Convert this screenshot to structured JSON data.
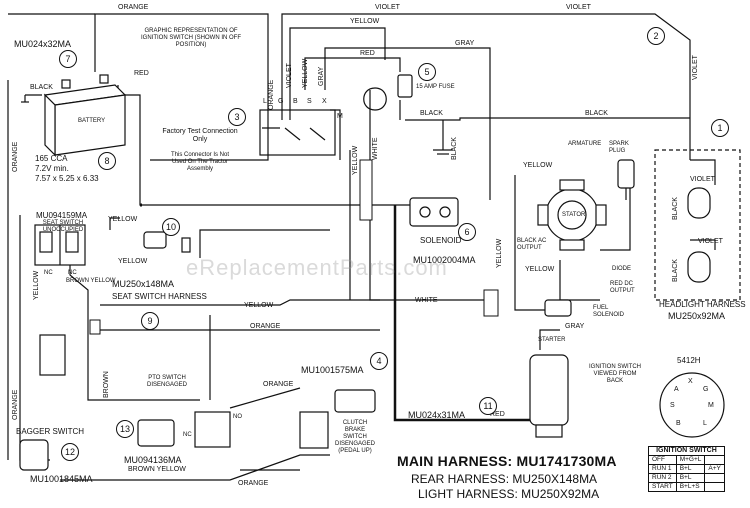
{
  "wire_labels": {
    "orange": "ORANGE",
    "violet": "VIOLET",
    "yellow": "YELLOW",
    "gray": "GRAY",
    "red": "RED",
    "black": "BLACK",
    "white": "WHITE",
    "brown_yellow": "BROWN YELLOW",
    "brown": "BROWN"
  },
  "components": {
    "battery": {
      "part": "MU024x32MA",
      "cca": "165 CCA",
      "voltage": "7.2V min.",
      "size": "7.57 x 5.25 x 6.33",
      "name": "BATTERY"
    },
    "ignition_graphic": "GRAPHIC REPRESENTATION OF IGNITION SWITCH (SHOWN IN OFF POSITION)",
    "ign_terminals": [
      "L",
      "G",
      "B",
      "S",
      "X",
      "M"
    ],
    "fuse": "15 AMP FUSE",
    "factory_test": "Factory Test Connection Only",
    "factory_note": "This Connector Is Not Used On The Tractor Assembly",
    "seat_switch": {
      "part": "MU094159MA",
      "name": "SEAT SWITCH UNOCCUPIED",
      "nc": "NC"
    },
    "seat_harness": {
      "part": "MU250x148MA",
      "name": "SEAT SWITCH HARNESS"
    },
    "solenoid": {
      "name": "SOLENOID",
      "part": "MU1002004MA"
    },
    "armature": "ARMATURE",
    "spark_plug": "SPARK PLUG",
    "stator": "STATOR",
    "black_ac": "BLACK AC OUTPUT",
    "yellow_label": "YELLOW",
    "diode": "DIODE",
    "red_dc": "RED DC OUTPUT",
    "fuel_solenoid": "FUEL SOLENOID",
    "starter": "STARTER",
    "headlight": {
      "name": "HEADLIGHT HARNESS",
      "part": "MU250x92MA"
    },
    "pto_switch": {
      "name": "PTO SWITCH DISENGAGED",
      "part": "MU094136MA",
      "no": "NO",
      "nc": "NC"
    },
    "clutch_switch": {
      "name": "CLUTCH BRAKE SWITCH DISENGAGED (PEDAL UP)",
      "part": "MU1001575MA"
    },
    "bagger_switch": {
      "name": "BAGGER SWITCH",
      "part": "MU1001845MA"
    },
    "battery_cable": "MU024x31MA",
    "ign_switch_rear": {
      "part": "5412H",
      "name": "IGNITION SWITCH VIEWED FROM BACK",
      "pins": [
        "X",
        "A",
        "G",
        "S",
        "M",
        "L",
        "B"
      ]
    }
  },
  "callouts": [
    "1",
    "2",
    "3",
    "4",
    "5",
    "6",
    "7",
    "8",
    "9",
    "10",
    "11",
    "12",
    "13"
  ],
  "harness_titles": {
    "main": "MAIN HARNESS: MU1741730MA",
    "rear": "REAR HARNESS: MU250X148MA",
    "light": "LIGHT HARNESS: MU250X92MA"
  },
  "ignition_table": {
    "title": "IGNITION SWITCH",
    "rows": [
      {
        "pos": "OFF",
        "circuit": "M+G+L",
        "extra": ""
      },
      {
        "pos": "RUN 1",
        "circuit": "B+L",
        "extra": "A+Y"
      },
      {
        "pos": "RUN 2",
        "circuit": "B+L",
        "extra": ""
      },
      {
        "pos": "START",
        "circuit": "B+L+S",
        "extra": ""
      }
    ]
  },
  "watermark": "eReplacementParts.com"
}
